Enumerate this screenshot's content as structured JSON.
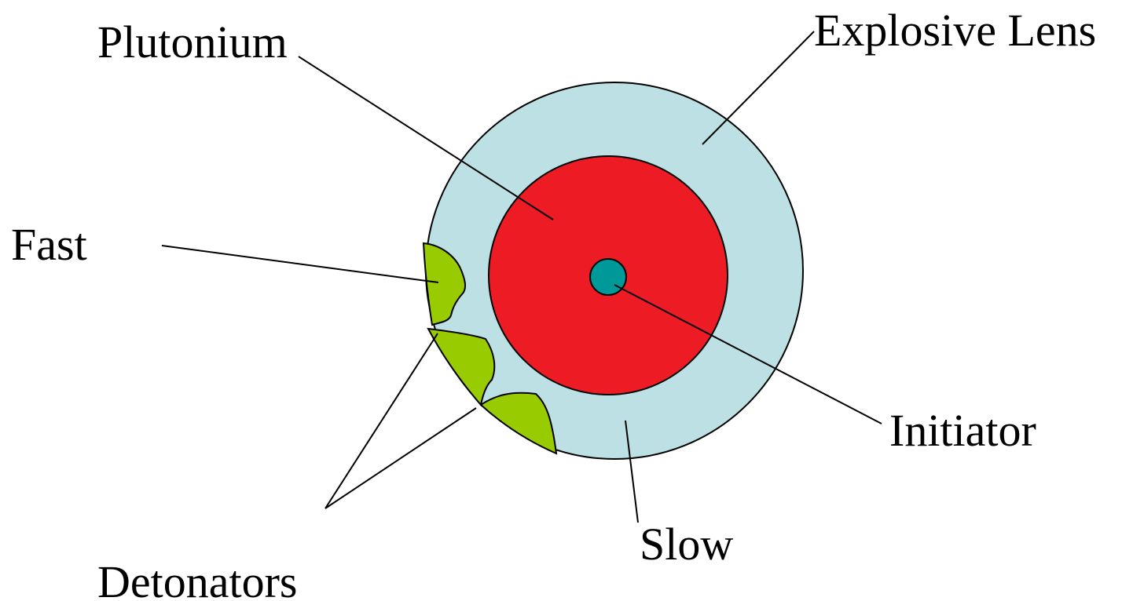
{
  "labels": {
    "plutonium": "Plutonium",
    "explosive_lens": "Explosive Lens",
    "fast": "Fast",
    "initiator": "Initiator",
    "slow": "Slow",
    "detonators": "Detonators"
  },
  "colors": {
    "explosive_lens": "#BCE0E4",
    "plutonium": "#ED1C24",
    "initiator": "#009999",
    "detonators": "#99CC00",
    "lines": "#000000"
  }
}
